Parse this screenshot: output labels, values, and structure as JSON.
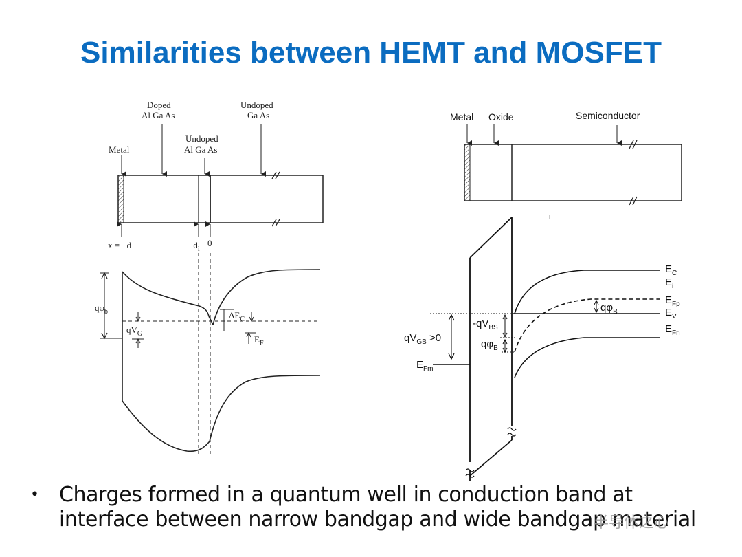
{
  "slide": {
    "title": "Similarities between HEMT and MOSFET",
    "bullet": "Charges formed in a quantum well in conduction band at interface between narrow bandgap and wide bandgap material",
    "watermark": "半导体之心"
  },
  "hemt": {
    "label_metal": "Metal",
    "label_doped_1": "Doped",
    "label_doped_2": "Al Ga As",
    "label_undoped_algaas_1": "Undoped",
    "label_undoped_algaas_2": "Al Ga As",
    "label_undoped_gaas_1": "Undoped",
    "label_undoped_gaas_2": "Ga As",
    "label_x_neg_d": "x = −d",
    "label_neg_di": "−d",
    "label_neg_di_sub": "i",
    "label_zero": "0",
    "label_qphib": "qφ",
    "label_qphib_sub": "b",
    "label_qvg": "qV",
    "label_qvg_sub": "G",
    "label_dec": "ΔE",
    "label_dec_sub": "C",
    "label_ef": "E",
    "label_ef_sub": "F"
  },
  "mosfet": {
    "label_metal": "Metal",
    "label_oxide": "Oxide",
    "label_semiconductor": "Semiconductor",
    "label_ec": "E",
    "label_ec_sub": "C",
    "label_ei": "E",
    "label_ei_sub": "i",
    "label_efp": "E",
    "label_efp_sub": "Fp",
    "label_ev": "E",
    "label_ev_sub": "V",
    "label_efn": "E",
    "label_efn_sub": "Fn",
    "label_qphib_top": "qφ",
    "label_qphib_top_sub": "B",
    "label_qvbs": "-qV",
    "label_qvbs_sub": "BS",
    "label_qphib_low": "qφ",
    "label_qphib_low_sub": "B",
    "label_qvgb": "qV",
    "label_qvgb_sub": "GB",
    "label_qvgb_suffix": " >0",
    "label_efm": "E",
    "label_efm_sub": "Fm"
  }
}
